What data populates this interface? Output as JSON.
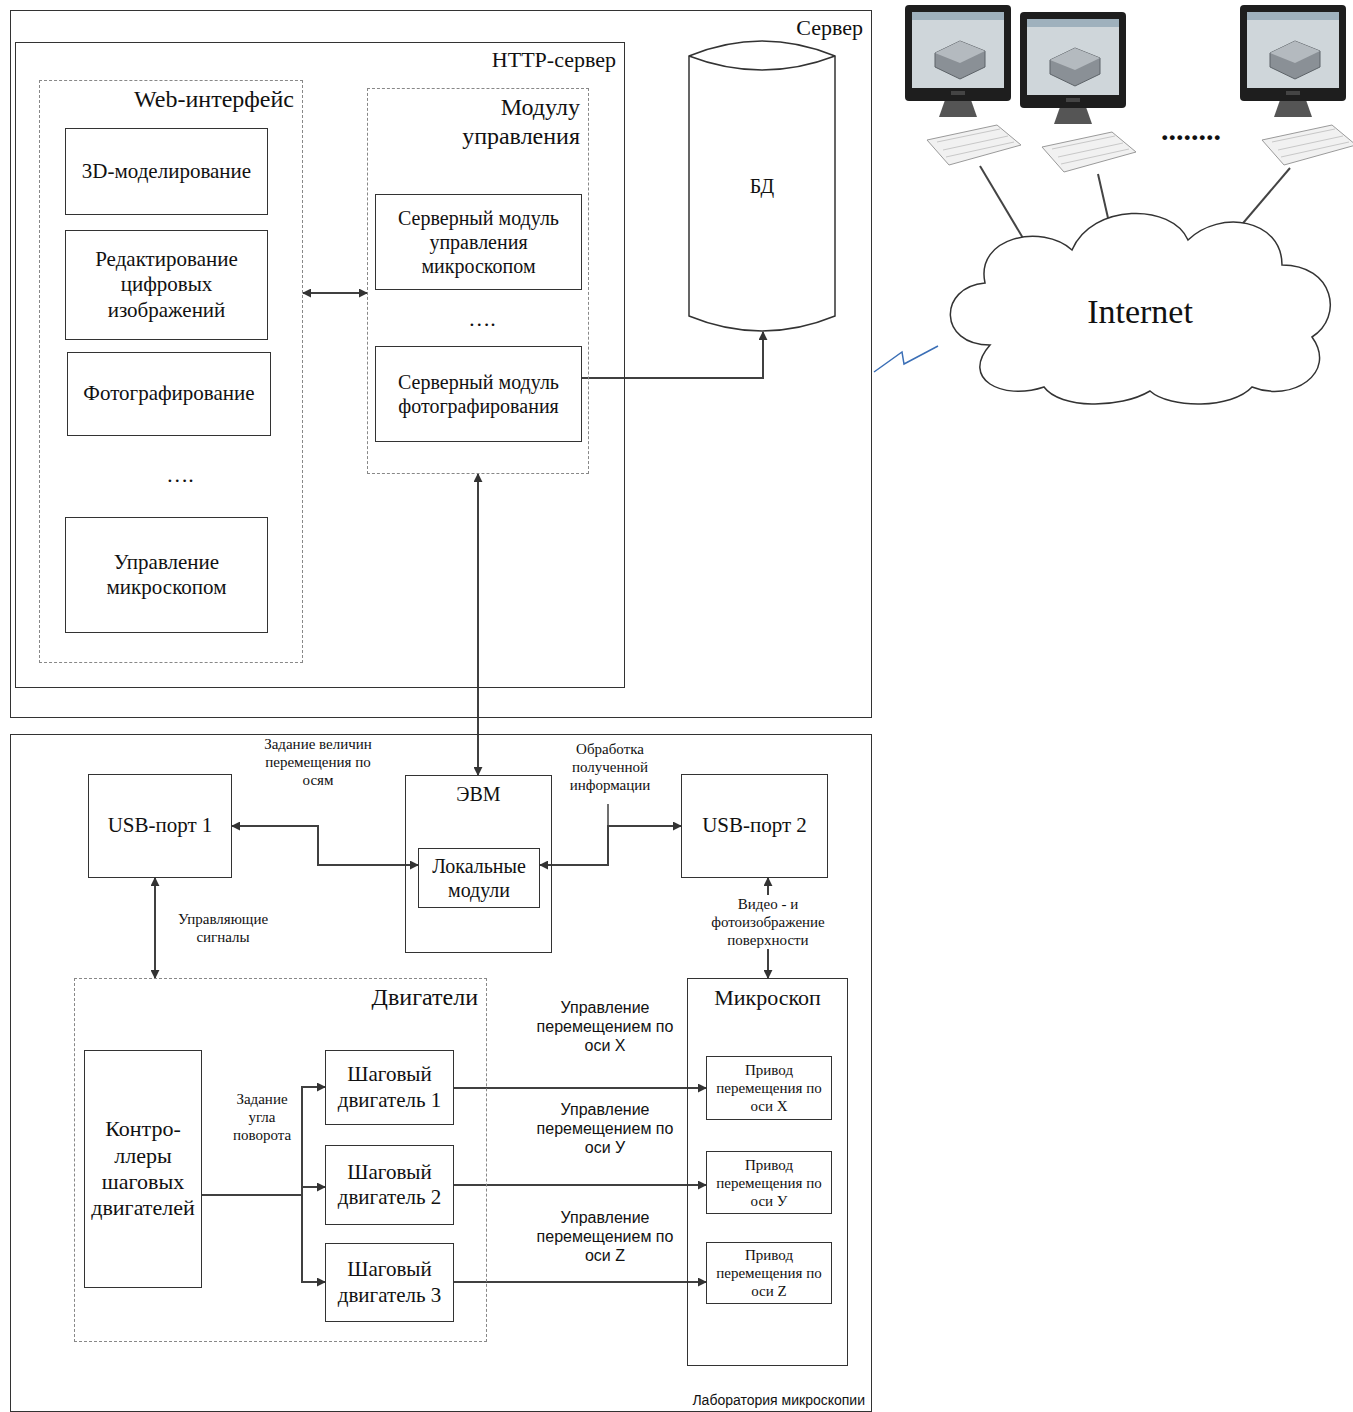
{
  "diagram": {
    "nodes": [
      {
        "text": [
          "Сервер"
        ]
      },
      {
        "text": [
          "HTTP-сервер"
        ],
        "in": 0
      },
      {
        "text": [
          "Web-интерфейс"
        ],
        "in": 1
      },
      {
        "text": [
          "3D-моделирование"
        ],
        "in": 2
      },
      {
        "text": [
          "Редактирование цифровых изображений"
        ],
        "in": 2
      },
      {
        "text": [
          "Фотографирование"
        ],
        "in": 2
      },
      {
        "text": [
          "Управление микроскопом"
        ],
        "in": 2
      },
      {
        "text": [
          "Модулу управления"
        ],
        "in": 1
      },
      {
        "text": [
          "Серверный модуль управления микроскопом"
        ],
        "in": 7
      },
      {
        "text": [
          "Серверный модуль фотографирования"
        ],
        "in": 7
      },
      {
        "text": [
          "БД"
        ],
        "in": 0
      },
      {
        "text": [
          "Internet"
        ]
      },
      {
        "text": [
          "Лаборатория микроскопии"
        ]
      },
      {
        "text": [
          "USB-порт 1"
        ],
        "in": 12
      },
      {
        "text": [
          "ЭВМ"
        ],
        "in": 12
      },
      {
        "text": [
          "Локальные модули"
        ],
        "in": 14
      },
      {
        "text": [
          "USB-порт 2"
        ],
        "in": 12
      },
      {
        "text": [
          "Двигатели"
        ],
        "in": 12
      },
      {
        "text": [
          "Контро- ллеры шаговых двигателей"
        ],
        "in": 17
      },
      {
        "text": [
          "Шаговый двигатель 1"
        ],
        "in": 17
      },
      {
        "text": [
          "Шаговый двигатель 2"
        ],
        "in": 17
      },
      {
        "text": [
          "Шаговый двигатель 3"
        ],
        "in": 17
      },
      {
        "text": [
          "Микроскоп"
        ],
        "in": 12
      },
      {
        "text": [
          "Привод перемещения по оси X"
        ],
        "in": 22
      },
      {
        "text": [
          "Привод перемещения по оси У"
        ],
        "in": 22
      },
      {
        "text": [
          "Привод перемещения по оси Z"
        ],
        "in": 22
      }
    ],
    "edges": [
      {
        "from": 2,
        "to": 7,
        "arrow": "both"
      },
      {
        "from": 9,
        "to": 10,
        "arrow": "to"
      },
      {
        "from": 0,
        "to": 11,
        "arrow": "none"
      },
      {
        "from": 7,
        "to": 14,
        "arrow": "both"
      },
      {
        "from": 13,
        "to": 15,
        "label": "Задание величин перемещения по осям",
        "arrow": "both"
      },
      {
        "from": 15,
        "to": 16,
        "label": "Обработка полученной информации",
        "arrow": "both"
      },
      {
        "from": 13,
        "to": 17,
        "label": "Управляющие сигналы",
        "arrow": "both"
      },
      {
        "from": 16,
        "to": 22,
        "label": "Видео - и фотоизображение поверхности",
        "arrow": "both"
      },
      {
        "from": 18,
        "to": 19,
        "label": "Задание угла поворота",
        "arrow": "to"
      },
      {
        "from": 18,
        "to": 20,
        "arrow": "to"
      },
      {
        "from": 18,
        "to": 21,
        "arrow": "to"
      },
      {
        "from": 19,
        "to": 23,
        "label": "Управление перемещением по оси X",
        "arrow": "to"
      },
      {
        "from": 20,
        "to": 24,
        "label": "Управление перемещением по оси У",
        "arrow": "to"
      },
      {
        "from": 21,
        "to": 25,
        "label": "Управление перемещением по оси Z",
        "arrow": "to"
      }
    ],
    "labels": [
      "….",
      "….",
      "........"
    ]
  }
}
